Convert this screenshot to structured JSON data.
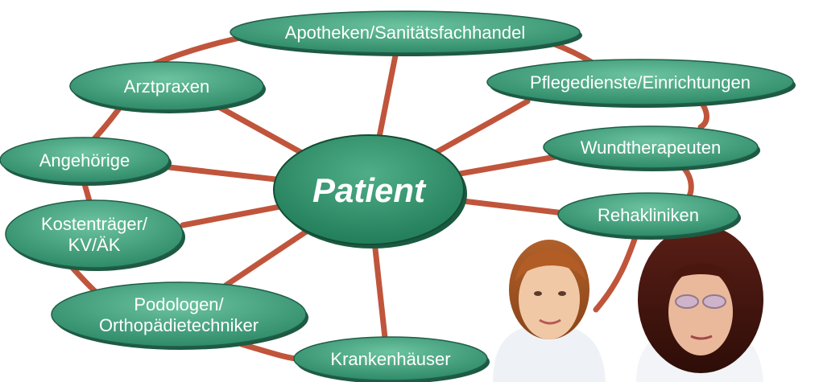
{
  "center": {
    "label": "Patient"
  },
  "nodes": [
    {
      "id": "apotheken",
      "lines": [
        "Apotheken/Sanitätsfachhandel"
      ]
    },
    {
      "id": "arztpraxen",
      "lines": [
        "Arztpraxen"
      ]
    },
    {
      "id": "pflegedienste",
      "lines": [
        "Pflegedienste/Einrichtungen"
      ]
    },
    {
      "id": "angehoerige",
      "lines": [
        "Angehörige"
      ]
    },
    {
      "id": "wundtherapeuten",
      "lines": [
        "Wundtherapeuten"
      ]
    },
    {
      "id": "kostentraeger",
      "lines": [
        "Kostenträger/",
        "KV/ÄK"
      ]
    },
    {
      "id": "rehakliniken",
      "lines": [
        "Rehakliniken"
      ]
    },
    {
      "id": "podologen",
      "lines": [
        "Podologen/",
        "Orthopädietechniker"
      ]
    },
    {
      "id": "krankenhaeuser",
      "lines": [
        "Krankenhäuser"
      ]
    }
  ],
  "colors": {
    "node_fill": "#2f8f6f",
    "node_fill_light": "#5fb996",
    "connector": "#c0553c",
    "outline": "#1f5e49",
    "label": "#ffffff"
  }
}
